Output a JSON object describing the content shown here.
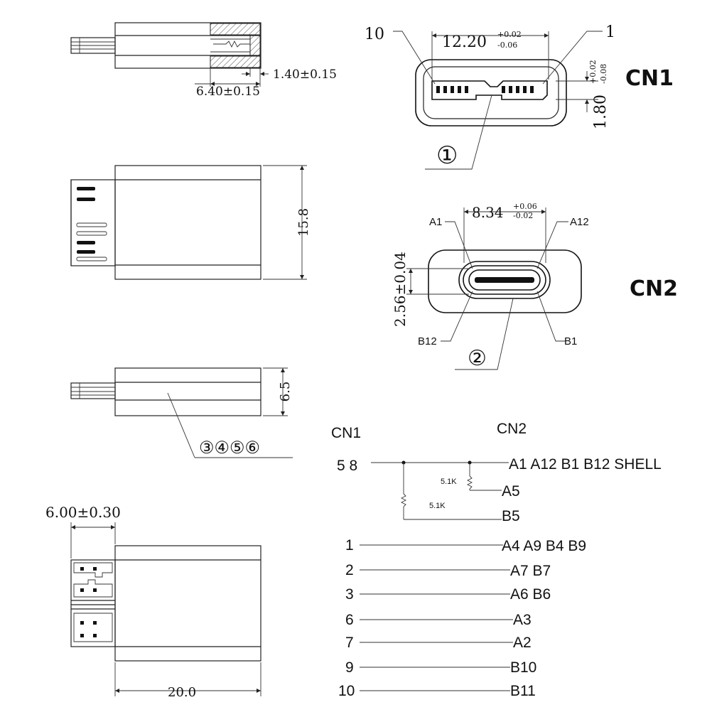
{
  "views": {
    "dim_1_40": "1.40±0.15",
    "dim_6_40": "6.40±0.15",
    "dim_15_8": "15.8",
    "dim_6_5": "6.5",
    "dim_6_00": "6.00±0.30",
    "dim_20_0": "20.0",
    "parts_label": "③④⑤⑥"
  },
  "cn1": {
    "title": "CN1",
    "pin_left": "10",
    "pin_right": "1",
    "width_main": "12.20",
    "width_tol_plus": "+0.02",
    "width_tol_minus": "-0.06",
    "height_main": "1.80",
    "height_tol_plus": "+0.02",
    "height_tol_minus": "-0.08",
    "callout": "①"
  },
  "cn2": {
    "title": "CN2",
    "pin_a1": "A1",
    "pin_a12": "A12",
    "pin_b12": "B12",
    "pin_b1": "B1",
    "width_main": "8.34",
    "width_tol_plus": "+0.06",
    "width_tol_minus": "-0.02",
    "height": "2.56±0.04",
    "callout": "②"
  },
  "wiring": {
    "header_left": "CN1",
    "header_right": "CN2",
    "resistor_1": "5.1K",
    "resistor_2": "5.1K",
    "rows": [
      {
        "left": "5 8",
        "right": "A1 A12 B1 B12 SHELL"
      },
      {
        "left": "",
        "right": "A5"
      },
      {
        "left": "",
        "right": "B5"
      },
      {
        "left": "1",
        "right": "A4 A9 B4 B9"
      },
      {
        "left": "2",
        "right": "A7 B7"
      },
      {
        "left": "3",
        "right": "A6 B6"
      },
      {
        "left": "6",
        "right": "A3"
      },
      {
        "left": "7",
        "right": "A2"
      },
      {
        "left": "9",
        "right": "B10"
      },
      {
        "left": "10",
        "right": "B11"
      }
    ]
  }
}
